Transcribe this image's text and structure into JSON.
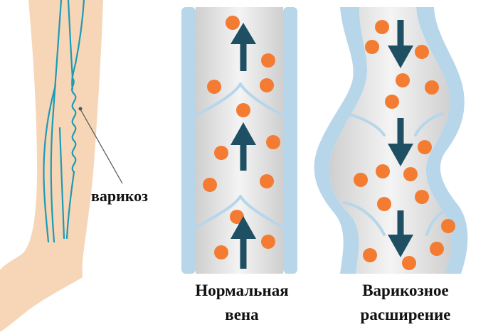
{
  "labels": {
    "varikoz": "варикоз",
    "normal_vein_line1": "Нормальная",
    "normal_vein_line2": "вена",
    "varicose_line1": "Варикозное",
    "varicose_line2": "расширение"
  },
  "colors": {
    "skin": "#f6d6b6",
    "vein_line": "#1b9bb6",
    "vessel_wall": "#b7d6ea",
    "vessel_interior": "#e6e6e6",
    "blood_cell": "#f47c32",
    "arrow": "#1f4f63",
    "pointer_line": "#555555"
  },
  "flow": {
    "normal_vein": "up",
    "varicose_vein": "down"
  }
}
